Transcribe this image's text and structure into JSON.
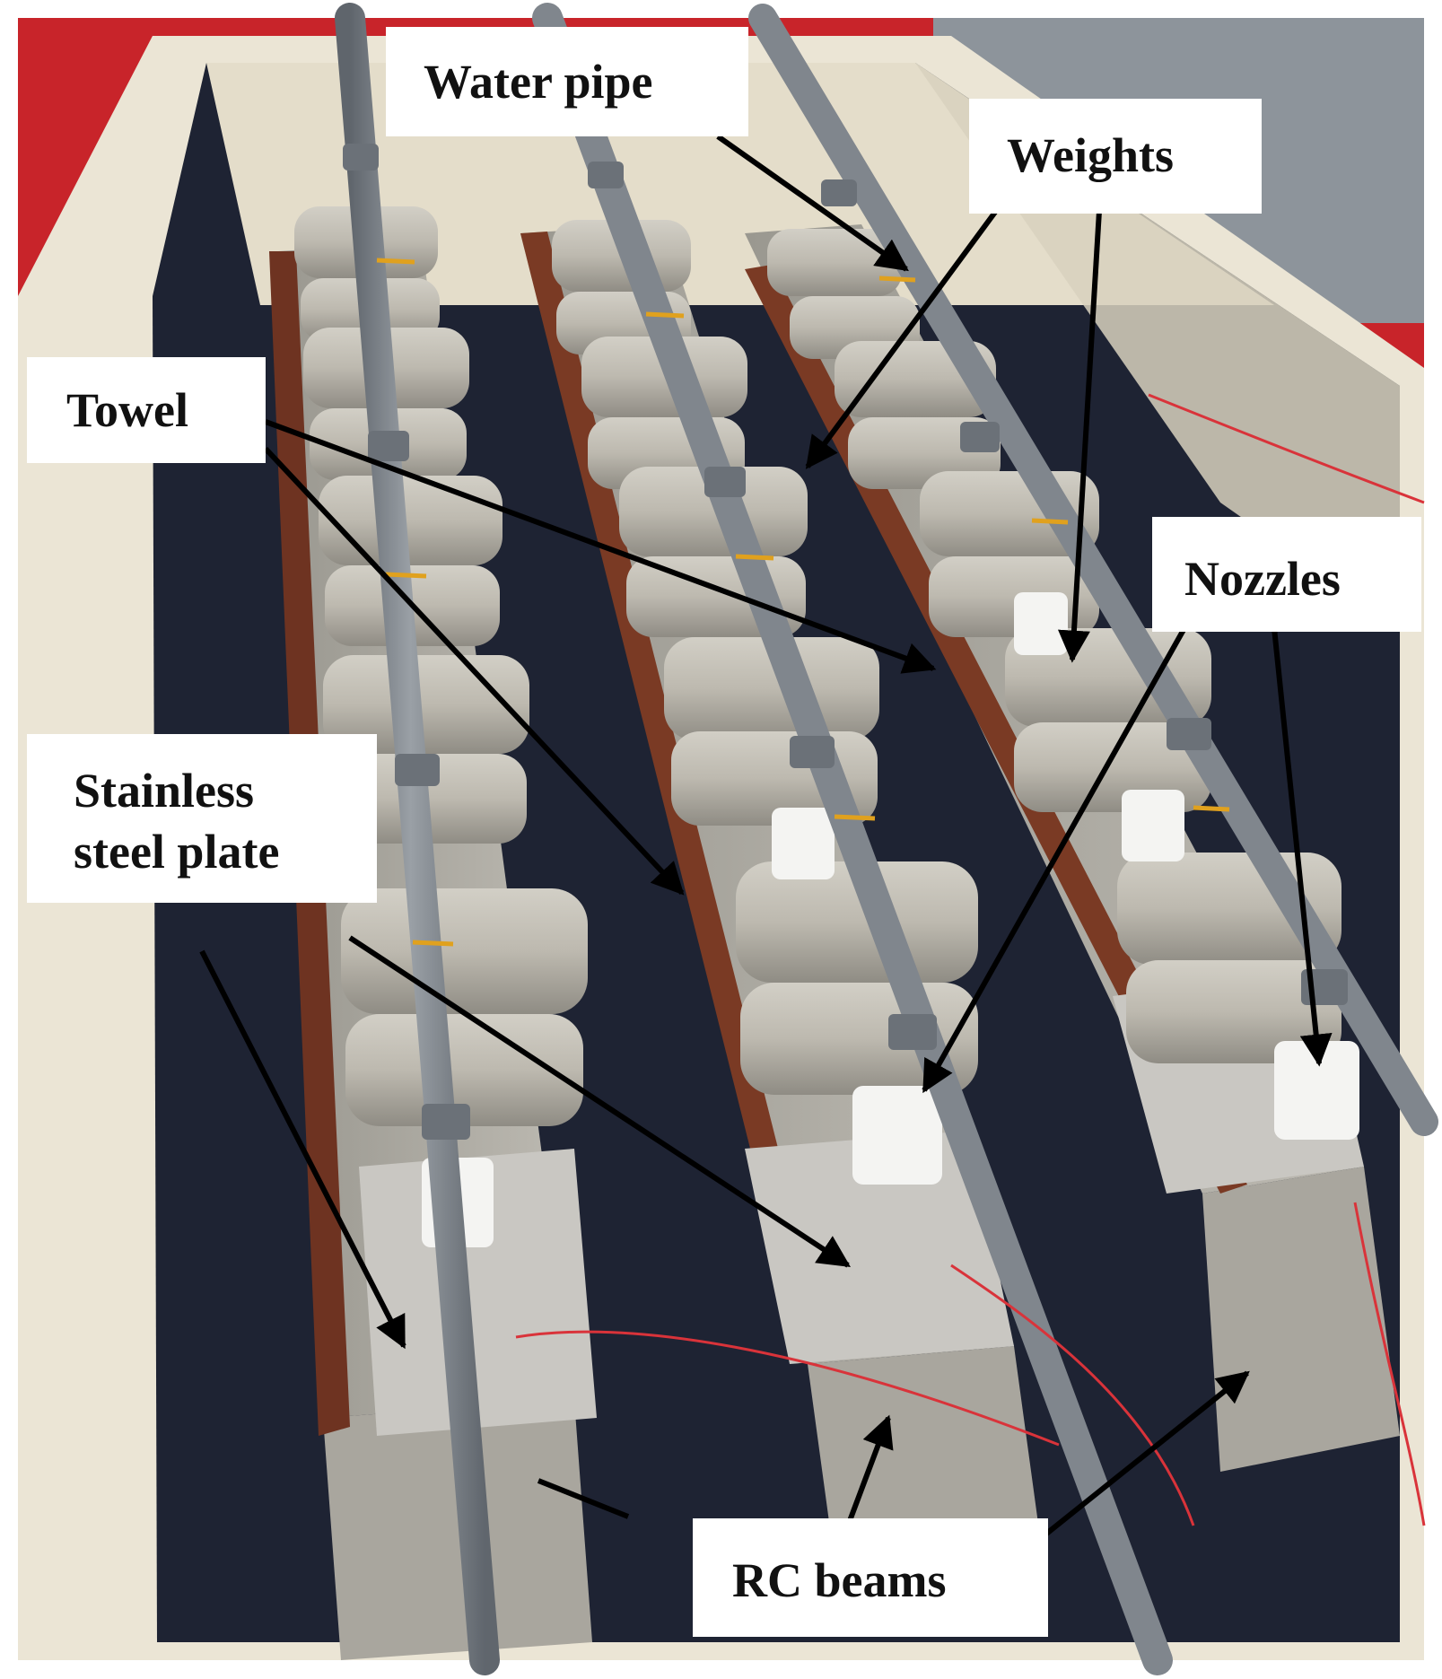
{
  "labels": {
    "water_pipe": "Water pipe",
    "weights": "Weights",
    "towel": "Towel",
    "stainless_line1": "Stainless",
    "stainless_line2": "steel plate",
    "nozzles": "Nozzles",
    "rc_beams": "RC beams"
  },
  "colors": {
    "red_floor": "#c8242a",
    "tank_wall": "#ece6d6",
    "tank_inner": "#1d2233",
    "pipe": "#7f858c",
    "concrete": "#b9b6ad",
    "towel": "#7a3a24",
    "steel_plate": "#c9c7c2",
    "arrow": "#000000"
  }
}
